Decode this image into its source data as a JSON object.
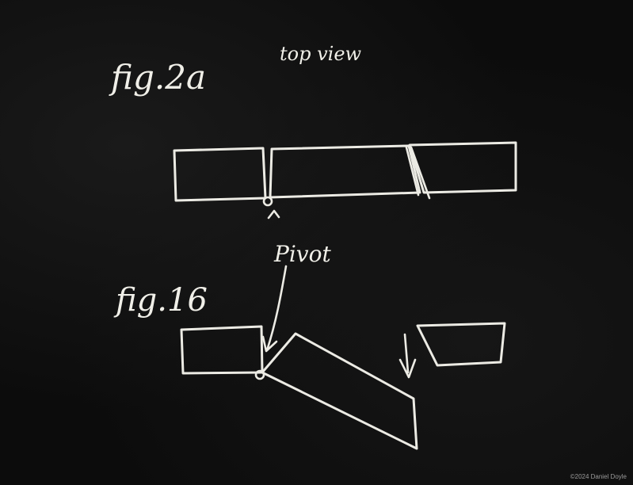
{
  "labels": {
    "fig_2a": "fig.2a",
    "top_view": "top view",
    "pivot": "Pivot",
    "fig_1b": "fig.16"
  },
  "credit": "©2024 Daniel Doyle",
  "colors": {
    "board": "#0c0c0c",
    "chalk": "#ecebe4"
  }
}
